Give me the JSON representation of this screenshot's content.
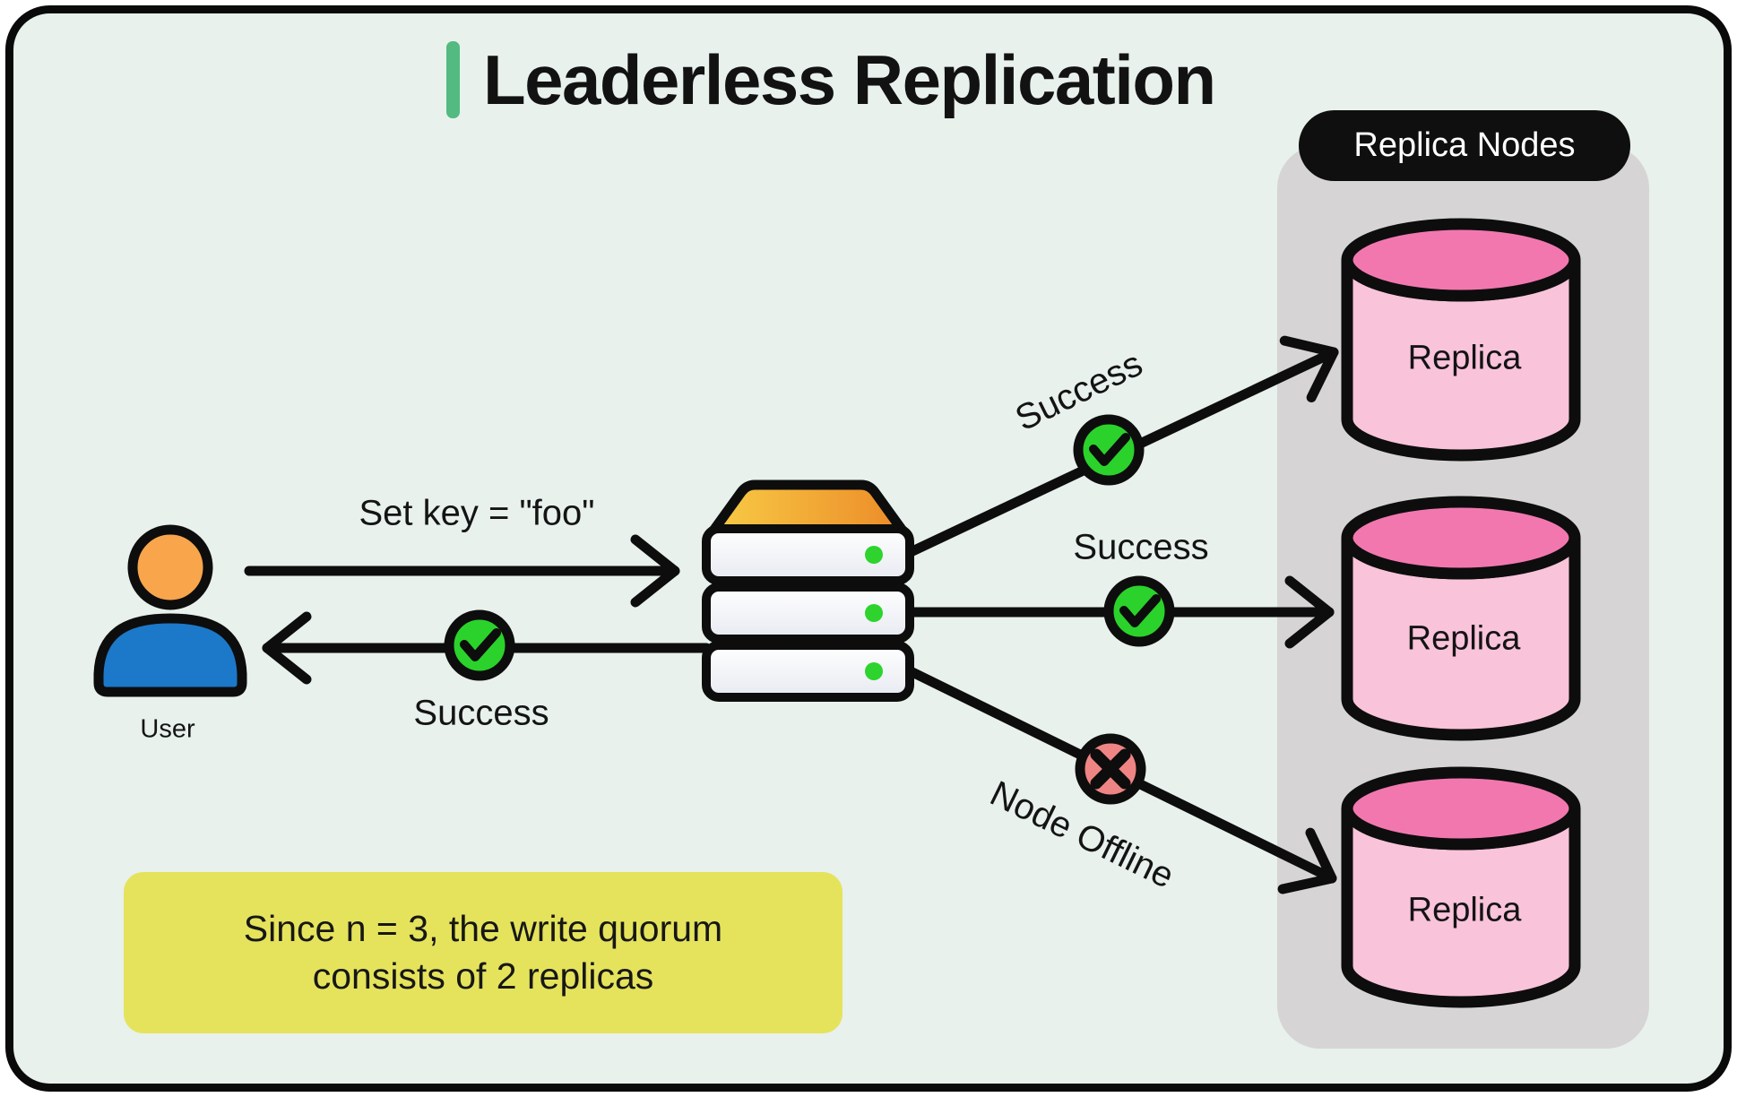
{
  "title": {
    "text": "Leaderless Replication"
  },
  "replica_panel": {
    "label": "Replica Nodes",
    "replicas": [
      {
        "label": "Replica"
      },
      {
        "label": "Replica"
      },
      {
        "label": "Replica"
      }
    ]
  },
  "actors": {
    "user_label": "User"
  },
  "messages": {
    "request": "Set key = \"foo\"",
    "response": "Success",
    "replica1": "Success",
    "replica2": "Success",
    "replica3": "Node Offline"
  },
  "note": {
    "line1": "Since n = 3, the write quorum",
    "line2": "consists of 2 replicas"
  },
  "colors": {
    "background_mint": "#e8f1ec",
    "outline_black": "#0d0d0d",
    "title_accent_green": "#53ba80",
    "panel_gray": "#d6d4d5",
    "replica_pink": "#f9c3da",
    "replica_pink_dark": "#f277af",
    "success_green": "#2bd22b",
    "error_red": "#ef8484",
    "note_yellow": "#e5e35c",
    "user_body_blue": "#1c78c8",
    "user_head_orange": "#f9a54c",
    "server_top_yellow": "#f8cb45",
    "server_top_orange": "#ec8b28"
  }
}
